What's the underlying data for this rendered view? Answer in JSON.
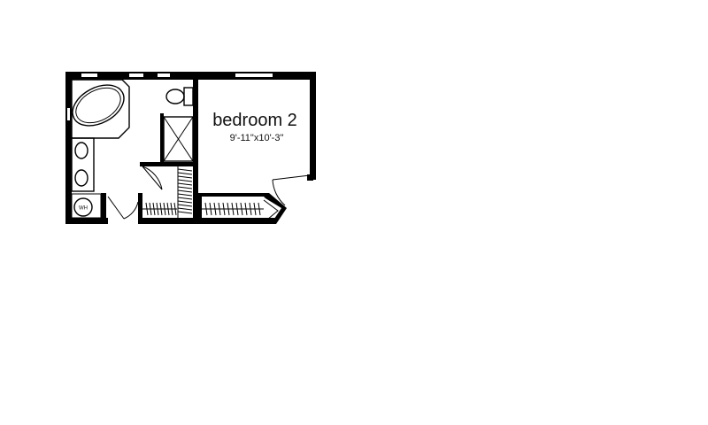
{
  "rooms": [
    {
      "name": "bedroom 2",
      "dimensions": "9'-11\"x10'-3\""
    }
  ],
  "fixtures": {
    "water_heater_label": "WH"
  }
}
